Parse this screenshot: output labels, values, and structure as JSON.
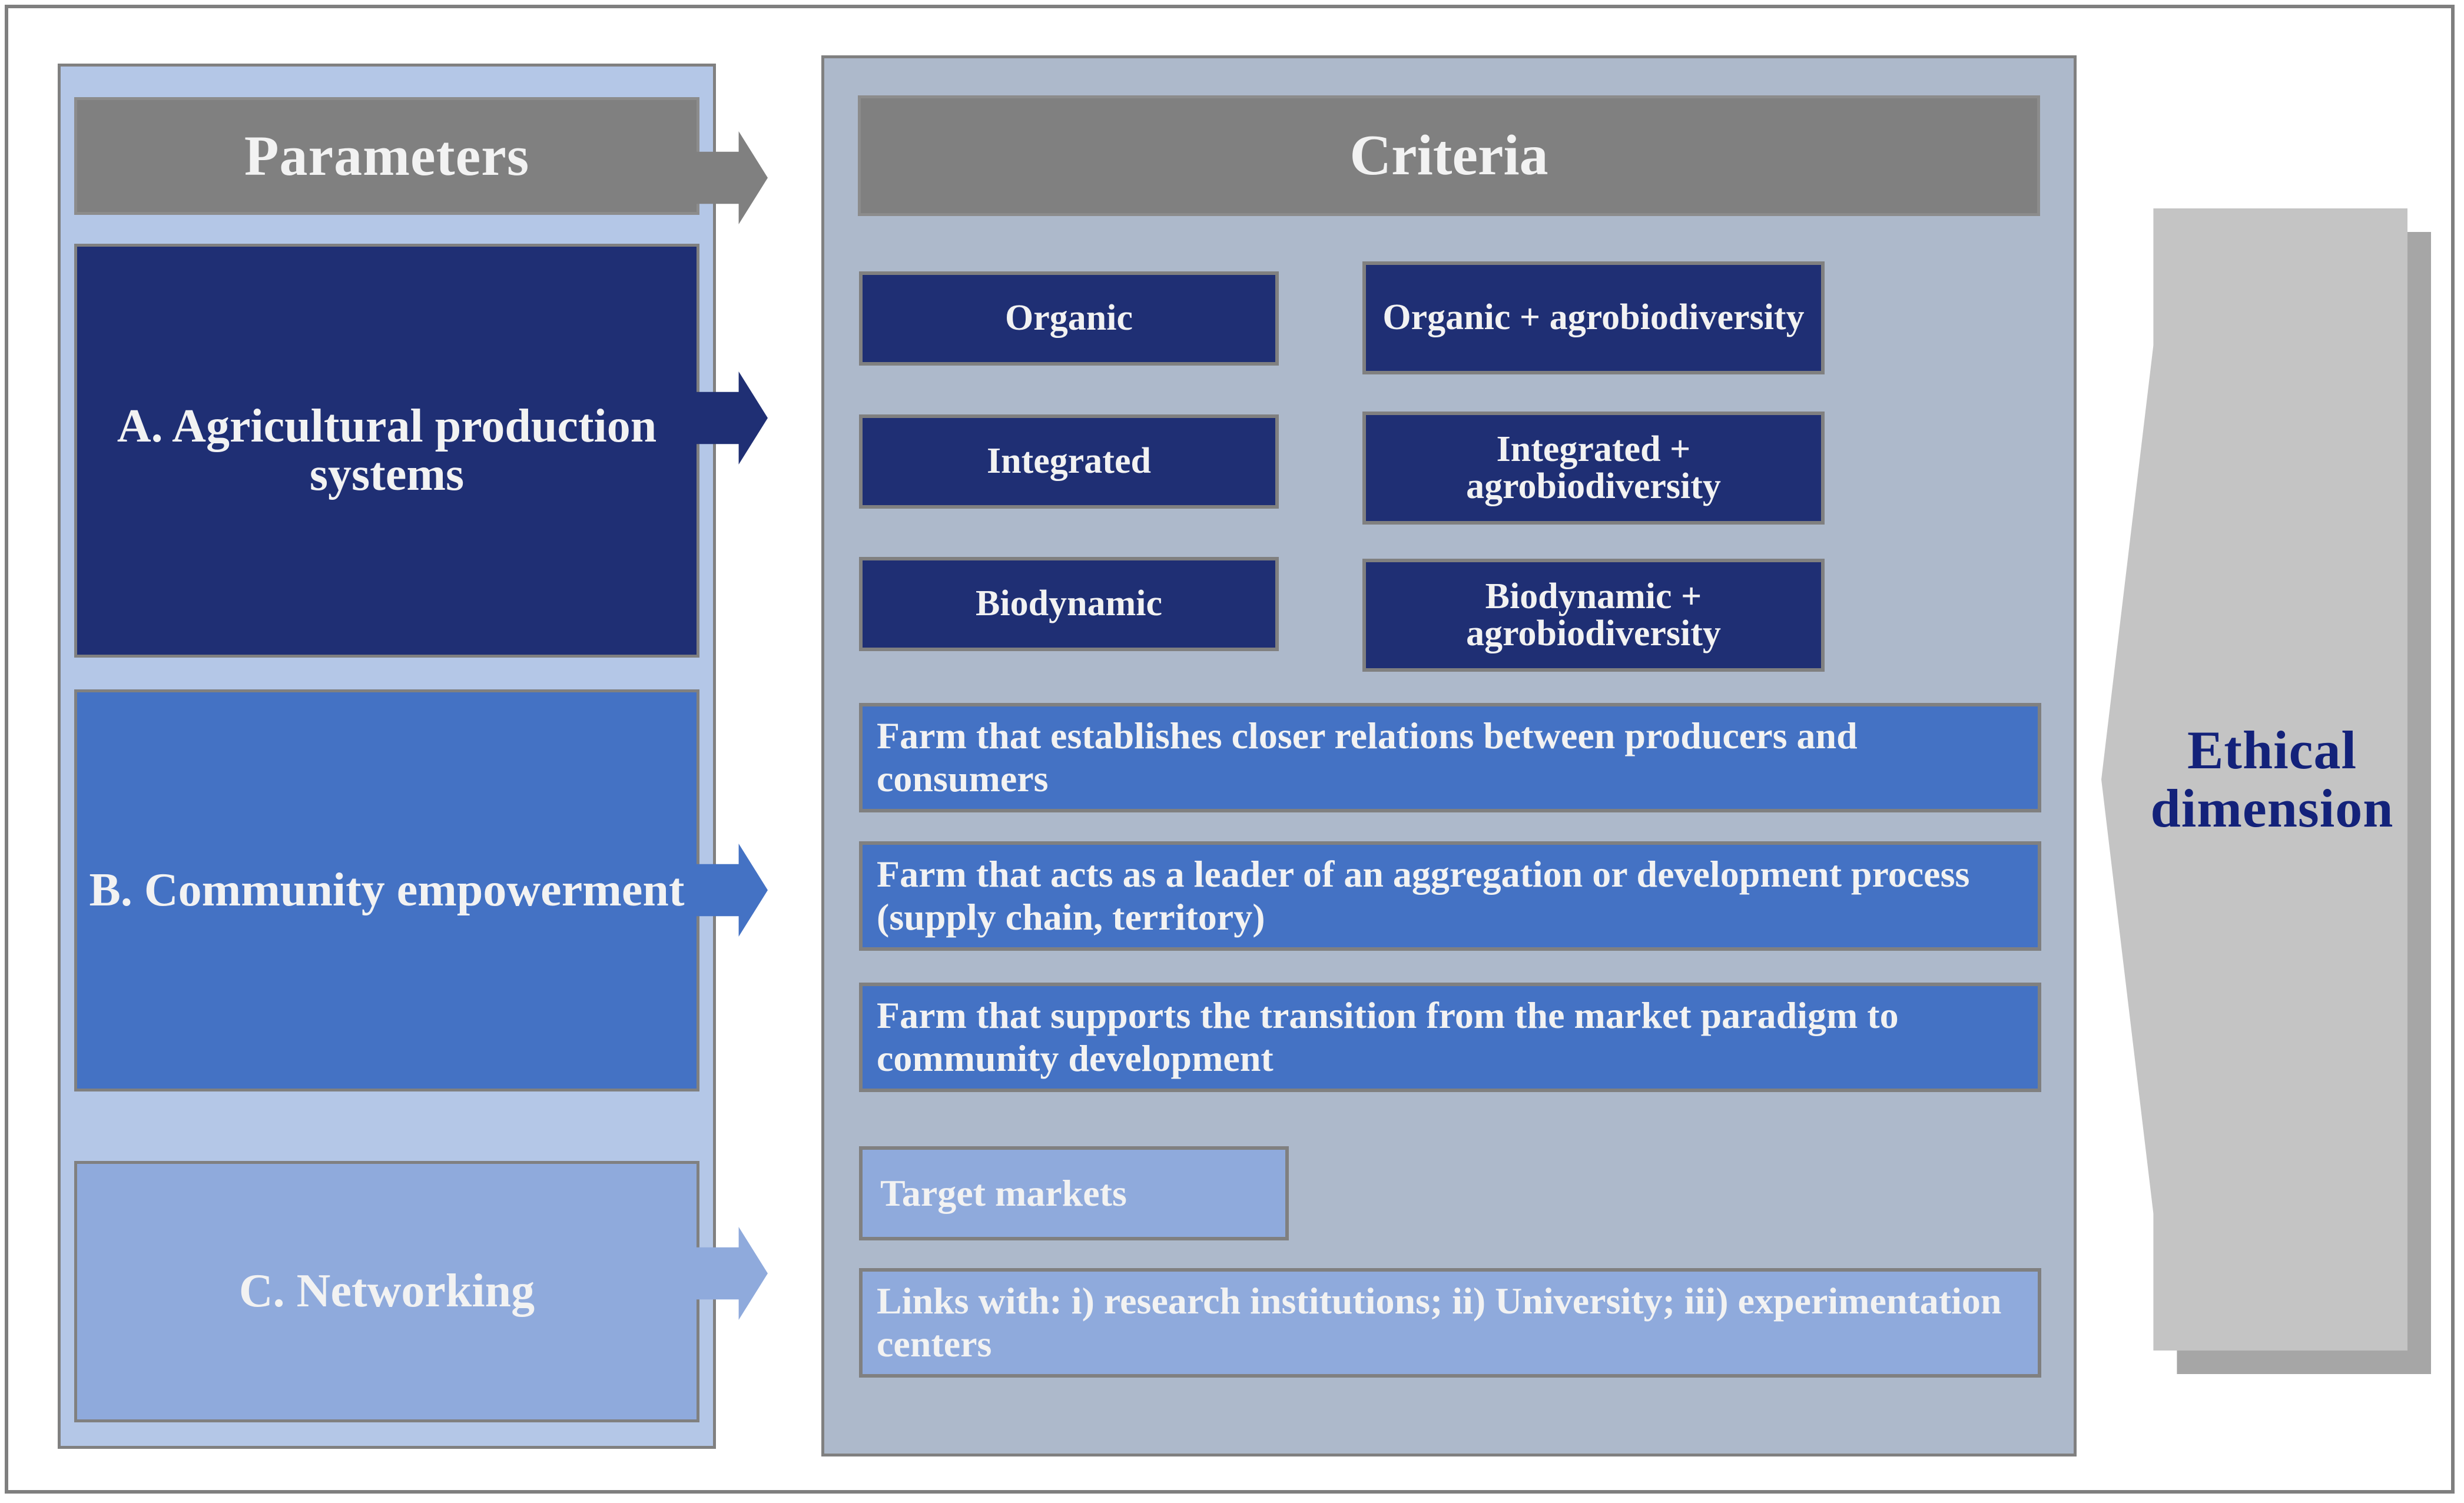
{
  "figure": {
    "frame_border_color": "#7f7f7f",
    "background": "#ffffff"
  },
  "left_panel": {
    "name": "parameters-panel",
    "background": "#b4c7e7",
    "header": {
      "label": "Parameters",
      "background": "#808080",
      "text_color": "#ffffff"
    },
    "items": [
      {
        "label": "A. Agricultural production systems",
        "color": "#1f2f74"
      },
      {
        "label": "B. Community empowerment",
        "color": "#4472c4"
      },
      {
        "label": "C. Networking",
        "color": "#8faadc"
      }
    ]
  },
  "right_panel": {
    "name": "criteria-panel",
    "background": "#adb9cb",
    "header": {
      "label": "Criteria",
      "background": "#808080",
      "text_color": "#ffffff"
    },
    "production_systems": {
      "left_column": [
        "Organic",
        "Integrated",
        "Biodynamic"
      ],
      "right_column": [
        "Organic + agrobiodiversity",
        "Integrated + agrobiodiversity",
        "Biodynamic + agrobiodiversity"
      ],
      "color": "#1f2f74"
    },
    "community_empowerment": {
      "color": "#4472c4",
      "items": [
        "Farm that establishes closer relations between producers and consumers",
        "Farm that acts as a leader of an aggregation or development process (supply chain, territory)",
        "Farm that supports the transition from the market paradigm to community development"
      ]
    },
    "networking": {
      "color": "#8faadc",
      "items": [
        "Target markets",
        "Links with: i) research institutions; ii) University; iii) experimentation centers"
      ]
    }
  },
  "ethical_dimension": {
    "label": "Ethical dimension",
    "shape": "left-pointing-chevron",
    "fill": "#c4c4c4",
    "text_color": "#13227a"
  }
}
